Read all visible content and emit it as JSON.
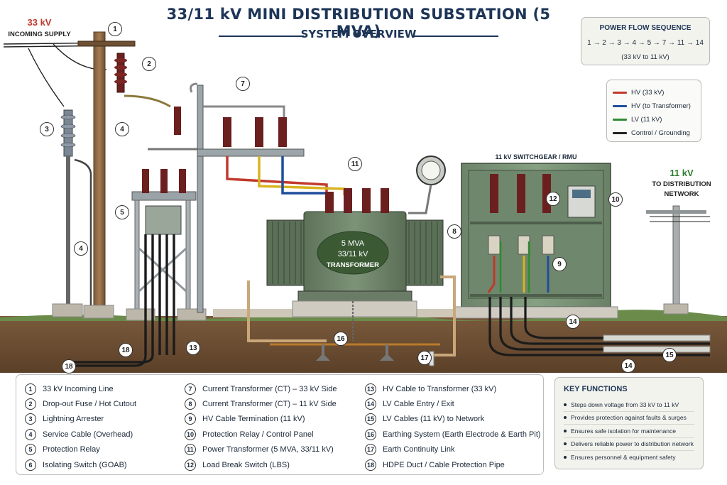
{
  "header": {
    "title": "33/11 kV MINI DISTRIBUTION SUBSTATION (5 MVA)",
    "subtitle": "SYSTEM OVERVIEW"
  },
  "incoming": {
    "kv": "33 kV",
    "label": "INCOMING SUPPLY"
  },
  "outgoing": {
    "kv": "11 kV",
    "label_line1": "TO DISTRIBUTION",
    "label_line2": "NETWORK"
  },
  "power_flow": {
    "heading": "POWER FLOW SEQUENCE",
    "sequence": "1 → 2 → 3 → 4 → 5 → 7 → 11 → 14",
    "note": "(33 kV to 11 kV)"
  },
  "legend": [
    {
      "label": "HV (33 kV)",
      "color": "#c0392b"
    },
    {
      "label": "HV (to Transformer)",
      "color": "#1f4e9c"
    },
    {
      "label": "LV (11 kV)",
      "color": "#2e8b2e"
    },
    {
      "label": "Control / Grounding",
      "color": "#222222"
    }
  ],
  "diagram": {
    "transformer_line1": "5 MVA",
    "transformer_line2": "33/11 kV",
    "transformer_line3": "TRANSFORMER",
    "switchgear_label": "11 kV SWITCHGEAR / RMU",
    "callouts": [
      "1",
      "2",
      "3",
      "4",
      "4",
      "5",
      "7",
      "8",
      "9",
      "10",
      "11",
      "12",
      "13",
      "14",
      "14",
      "15",
      "16",
      "17",
      "18",
      "18"
    ]
  },
  "parts": [
    {
      "num": "1",
      "label": "33 kV Incoming Line"
    },
    {
      "num": "2",
      "label": "Drop-out Fuse / Hot Cutout"
    },
    {
      "num": "3",
      "label": "Lightning Arrester"
    },
    {
      "num": "4",
      "label": "Service Cable (Overhead)"
    },
    {
      "num": "5",
      "label": "Protection Relay"
    },
    {
      "num": "6",
      "label": "Isolating Switch (GOAB)"
    },
    {
      "num": "7",
      "label": "Current Transformer (CT) – 33 kV Side"
    },
    {
      "num": "8",
      "label": "Current Transformer (CT) – 11 kV Side"
    },
    {
      "num": "9",
      "label": "HV Cable Termination (11 kV)"
    },
    {
      "num": "10",
      "label": "Protection Relay / Control Panel"
    },
    {
      "num": "11",
      "label": "Power Transformer (5 MVA, 33/11 kV)"
    },
    {
      "num": "12",
      "label": "Load Break Switch (LBS)"
    },
    {
      "num": "13",
      "label": "HV Cable to Transformer (33 kV)"
    },
    {
      "num": "14",
      "label": "LV Cable Entry / Exit"
    },
    {
      "num": "15",
      "label": "LV Cables (11 kV) to Network"
    },
    {
      "num": "16",
      "label": "Earthing System (Earth Electrode & Earth Pit)"
    },
    {
      "num": "17",
      "label": "Earth Continuity Link"
    },
    {
      "num": "18",
      "label": "HDPE Duct / Cable Protection Pipe"
    }
  ],
  "key_functions": {
    "heading": "KEY FUNCTIONS",
    "items": [
      "Steps down voltage from 33 kV to 11 kV",
      "Provides protection against faults & surges",
      "Ensures safe isolation for maintenance",
      "Delivers reliable power to distribution network",
      "Ensures personnel & equipment safety"
    ]
  }
}
